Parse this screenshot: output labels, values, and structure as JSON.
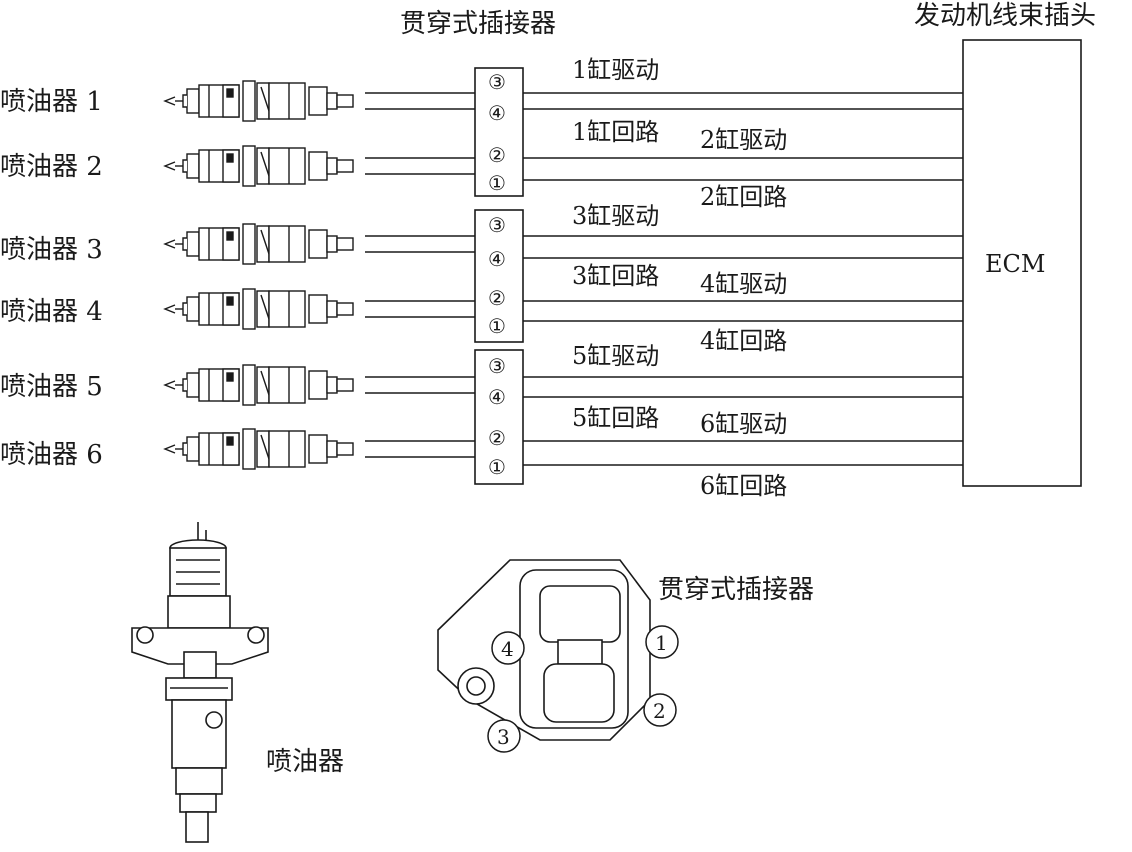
{
  "titles": {
    "connector_top": "贯穿式插接器",
    "harness_plug": "发动机线束插头",
    "ecm": "ECM"
  },
  "injectors": [
    {
      "label": "喷油器 1"
    },
    {
      "label": "喷油器 2"
    },
    {
      "label": "喷油器 3"
    },
    {
      "label": "喷油器 4"
    },
    {
      "label": "喷油器 5"
    },
    {
      "label": "喷油器 6"
    }
  ],
  "connector_blocks": [
    {
      "pins": [
        "③",
        "④",
        "②",
        "①"
      ]
    },
    {
      "pins": [
        "③",
        "④",
        "②",
        "①"
      ]
    },
    {
      "pins": [
        "③",
        "④",
        "②",
        "①"
      ]
    }
  ],
  "wire_labels": [
    "1缸驱动",
    "1缸回路",
    "2缸驱动",
    "2缸回路",
    "3缸驱动",
    "3缸回路",
    "4缸驱动",
    "4缸回路",
    "5缸驱动",
    "5缸回路",
    "6缸驱动",
    "6缸回路"
  ],
  "bottom": {
    "injector_caption": "喷油器",
    "connector_caption": "贯穿式插接器",
    "pin_numbers": [
      "1",
      "2",
      "3",
      "4"
    ]
  },
  "colors": {
    "line": "#1a1a1a",
    "paper": "#ffffff"
  }
}
